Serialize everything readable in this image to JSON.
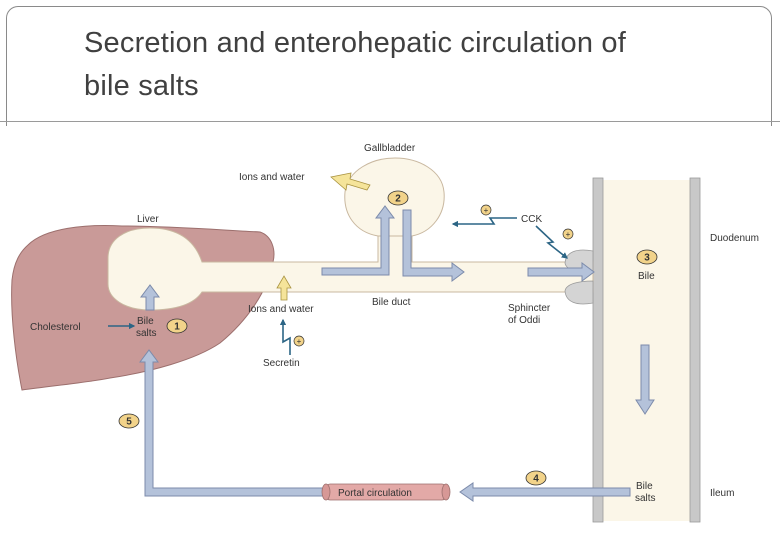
{
  "slide": {
    "title_line1": "Secretion and enterohepatic circulation of",
    "title_line2": "bile salts"
  },
  "diagram": {
    "labels": {
      "gallbladder": "Gallbladder",
      "ions_water_top": "Ions and water",
      "liver": "Liver",
      "cholesterol": "Cholesterol",
      "bile_salts_liver_1": "Bile",
      "bile_salts_liver_2": "salts",
      "ions_water_duct": "Ions and water",
      "secretin": "Secretin",
      "bile_duct": "Bile duct",
      "cck": "CCK",
      "duodenum": "Duodenum",
      "bile": "Bile",
      "sphincter_1": "Sphincter",
      "sphincter_2": "of Oddi",
      "portal_circulation": "Portal circulation",
      "bile_salts_ileum_1": "Bile",
      "bile_salts_ileum_2": "salts",
      "ileum": "Ileum"
    },
    "steps": [
      "1",
      "2",
      "3",
      "4",
      "5"
    ],
    "stimulus_sign": "+",
    "colors": {
      "liver": "#c99a98",
      "duct": "#fbf6e8",
      "duct_outline": "#c9b8a0",
      "arrow_fill": "#b4c2da",
      "arrow_stroke": "#7c8bab",
      "yellow_arrow": "#f5e49a",
      "hormone_arrow": "#2c6585",
      "intestine_wall": "#c8c8c8",
      "intestine_lumen": "#fbf6e8",
      "portal_vessel": "#e3a9a7",
      "step_marker": "#f2d38a"
    }
  }
}
